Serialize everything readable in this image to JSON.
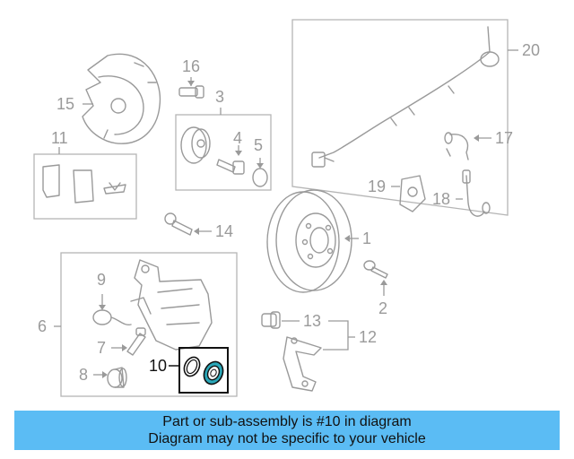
{
  "labels": {
    "1": "1",
    "2": "2",
    "3": "3",
    "4": "4",
    "5": "5",
    "6": "6",
    "7": "7",
    "8": "8",
    "9": "9",
    "10": "10",
    "11": "11",
    "12": "12",
    "13": "13",
    "14": "14",
    "15": "15",
    "16": "16",
    "17": "17",
    "18": "18",
    "19": "19",
    "20": "20"
  },
  "highlighted_part": "10",
  "colors": {
    "line": "#9a9a9a",
    "highlight": "#111111",
    "seal_teal": "#2aa7b8",
    "banner": "#5bbcf4"
  },
  "banner": {
    "line1": "Part or sub-assembly is #10 in diagram",
    "line2": "Diagram may not be specific to your vehicle"
  }
}
